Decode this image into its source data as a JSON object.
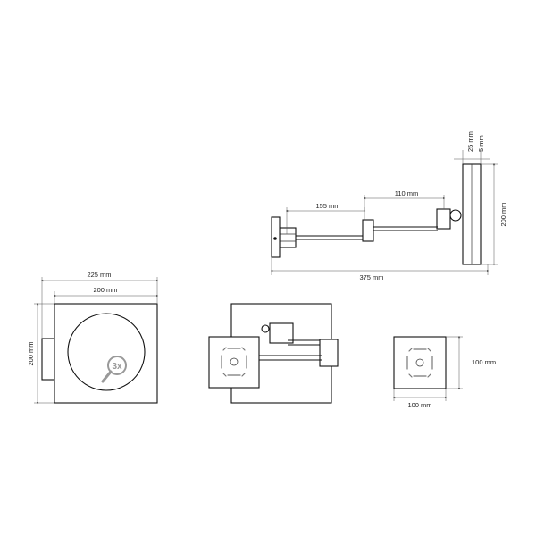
{
  "side_view": {
    "dim_depth_25": "25 mm",
    "dim_depth_5": "5 mm",
    "dim_arm_155": "155 mm",
    "dim_arm_110": "110 mm",
    "dim_height": "200 mm",
    "dim_total": "375 mm"
  },
  "front_view": {
    "dim_outer": "225 mm",
    "dim_inner": "200 mm",
    "dim_height": "200 mm",
    "magnification": "3x"
  },
  "back_plate": {
    "dim_height": "100 mm",
    "dim_width": "100 mm"
  }
}
